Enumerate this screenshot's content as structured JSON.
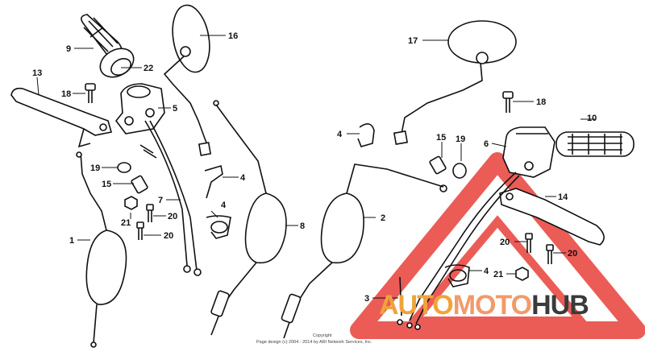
{
  "callouts": [
    {
      "id": "9",
      "label": "9"
    },
    {
      "id": "22",
      "label": "22"
    },
    {
      "id": "16",
      "label": "16"
    },
    {
      "id": "13",
      "label": "13"
    },
    {
      "id": "18a",
      "label": "18"
    },
    {
      "id": "5",
      "label": "5"
    },
    {
      "id": "19a",
      "label": "19"
    },
    {
      "id": "15a",
      "label": "15"
    },
    {
      "id": "7",
      "label": "7"
    },
    {
      "id": "4a",
      "label": "4"
    },
    {
      "id": "4b",
      "label": "4"
    },
    {
      "id": "21a",
      "label": "21"
    },
    {
      "id": "20a",
      "label": "20"
    },
    {
      "id": "20b",
      "label": "20"
    },
    {
      "id": "1",
      "label": "1"
    },
    {
      "id": "8",
      "label": "8"
    },
    {
      "id": "17",
      "label": "17"
    },
    {
      "id": "4c",
      "label": "4"
    },
    {
      "id": "15b",
      "label": "15"
    },
    {
      "id": "19b",
      "label": "19"
    },
    {
      "id": "18b",
      "label": "18"
    },
    {
      "id": "10",
      "label": "10"
    },
    {
      "id": "6",
      "label": "6"
    },
    {
      "id": "2",
      "label": "2"
    },
    {
      "id": "14",
      "label": "14"
    },
    {
      "id": "20c",
      "label": "20"
    },
    {
      "id": "20d",
      "label": "20"
    },
    {
      "id": "4d",
      "label": "4"
    },
    {
      "id": "21b",
      "label": "21"
    },
    {
      "id": "3",
      "label": "3"
    }
  ],
  "copyright": {
    "line1": "Copyright",
    "line2": "Page design (c) 2004 - 2014 by ARI Network Services, Inc."
  },
  "watermark": {
    "word_1": "AUTO",
    "word_2": "MOTO",
    "word_3": "HUB",
    "colors": {
      "accent": "#e8403a",
      "auto": "#f0a33a",
      "moto": "#f29a6a",
      "hub": "#3a3a3a"
    }
  }
}
